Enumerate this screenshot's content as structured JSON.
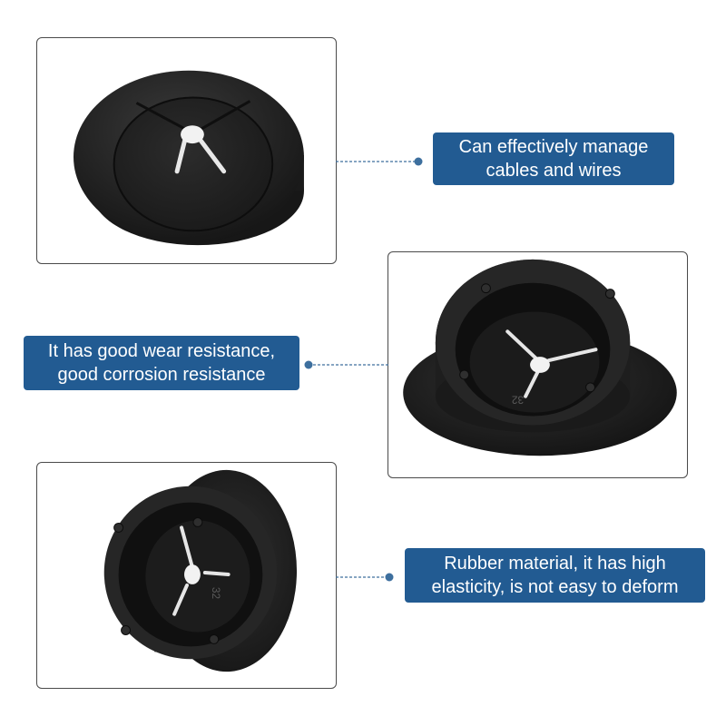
{
  "theme": {
    "callout_bg": "#225b92",
    "connector_color": "#3d6f9e",
    "panel_border": "#4a4a4a",
    "rubber_dark": "#1c1c1c"
  },
  "features": [
    {
      "image": "grommet-front-icon",
      "lines": [
        "Can effectively manage",
        "cables and wires"
      ]
    },
    {
      "image": "grommet-angled-icon",
      "lines": [
        "It has good wear resistance,",
        "good corrosion resistance"
      ]
    },
    {
      "image": "grommet-side-icon",
      "lines": [
        "Rubber material,  it has high",
        "elasticity, is not easy to deform"
      ]
    }
  ],
  "part_marking": "32"
}
